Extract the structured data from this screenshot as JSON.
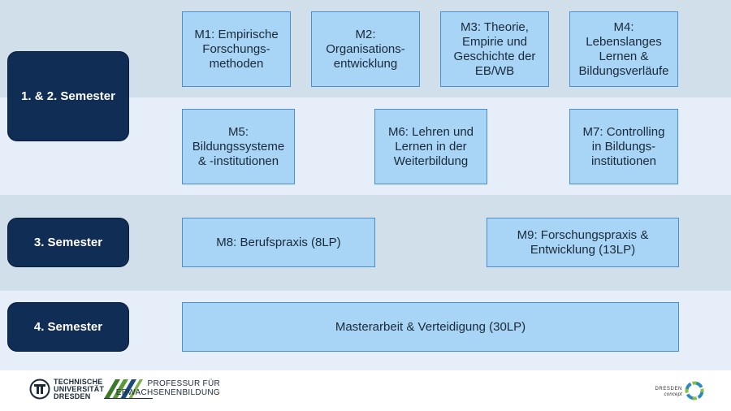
{
  "semesters": {
    "s12": "1. & 2. Semester",
    "s3": "3. Semester",
    "s4": "4. Semester"
  },
  "modules": {
    "m1": "M1: Empirische\nForschungs-\nmethoden",
    "m2": "M2:\nOrganisations-\nentwicklung",
    "m3": "M3: Theorie,\nEmpirie und\nGeschichte der\nEB/WB",
    "m4": "M4:\nLebenslanges\nLernen &\nBildungsverläufe",
    "m5": "M5:\nBildungssysteme\n& -institutionen",
    "m6": "M6: Lehren und\nLernen in der\nWeiterbildung",
    "m7": "M7: Controlling\nin Bildungs-\ninstitutionen",
    "m8": "M8: Berufspraxis (8LP)",
    "m9": "M9: Forschungspraxis &\nEntwicklung (13LP)",
    "thesis": "Masterarbeit & Verteidigung (30LP)"
  },
  "footer": {
    "tud_line1": "TECHNISCHE",
    "tud_line2": "UNIVERSITÄT",
    "tud_line3": "DRESDEN",
    "prof_line1": "PROFESSUR FÜR",
    "prof_line2": "ERWACHSENENBILDUNG",
    "dc_line1": "DRESDEN",
    "dc_line2": "concept"
  },
  "colors": {
    "semester_box": "#0f2d55",
    "module_box": "#a8d4f5",
    "module_border": "#4a90d0",
    "band_dark": "#d0dfe9",
    "band_light": "#e6eef9"
  }
}
